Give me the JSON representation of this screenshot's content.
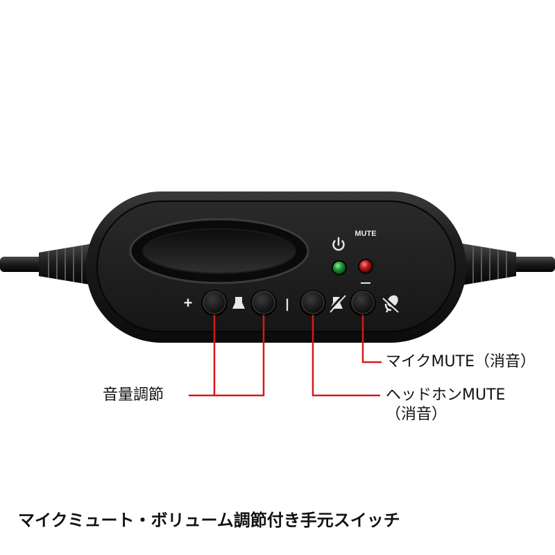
{
  "device": {
    "mute_print": "MUTE",
    "plus_print": "+",
    "minus_print": "|",
    "power_led_color": "#1a9a3a",
    "mute_led_color": "#c01818",
    "leader_line_color": "#d81818",
    "body_color": "#141414",
    "icons": [
      "power-icon",
      "speaker-icon",
      "speaker-muted-icon",
      "mic-muted-icon"
    ]
  },
  "labels": {
    "volume": "音量調節",
    "mic_mute": "マイクMUTE（消音）",
    "headphone_mute_line1": "ヘッドホンMUTE",
    "headphone_mute_line2": "（消音）"
  },
  "caption": "マイクミュート・ボリューム調節付き手元スイッチ"
}
